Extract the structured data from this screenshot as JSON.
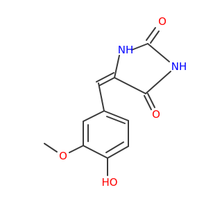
{
  "molecule": {
    "atoms": {
      "o_top": {
        "symbol": "O",
        "color": "#ff0000"
      },
      "nh_top": {
        "symbol": "NH",
        "color": "#0000ff"
      },
      "nh_right": {
        "symbol": "NH",
        "color": "#0000ff"
      },
      "o_right": {
        "symbol": "O",
        "color": "#ff0000"
      },
      "o_methoxy": {
        "symbol": "O",
        "color": "#ff0000"
      },
      "ho": {
        "symbol": "HO",
        "color": "#ff0000"
      }
    },
    "bond_color": "#3a3a3a"
  }
}
